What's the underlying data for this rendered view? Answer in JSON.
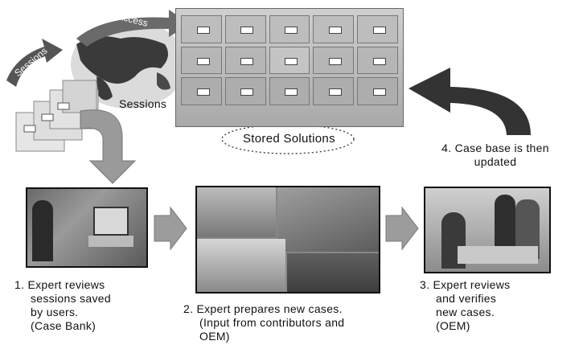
{
  "diagram": {
    "labels": {
      "user_access": "User Access",
      "sessions_globe": "Sessions",
      "sessions": "Sessions",
      "stored_solutions": "Stored Solutions"
    },
    "steps": [
      {
        "lines": [
          "1.  Expert reviews",
          "sessions saved",
          "by users.",
          "(Case Bank)"
        ]
      },
      {
        "lines": [
          "2.  Expert prepares new cases.",
          "(Input from contributors and",
          "OEM)"
        ]
      },
      {
        "lines": [
          "3.  Expert reviews",
          "and verifies",
          "new cases.",
          "(OEM)"
        ]
      },
      {
        "lines": [
          "4.  Case base is then",
          "updated"
        ]
      }
    ]
  }
}
